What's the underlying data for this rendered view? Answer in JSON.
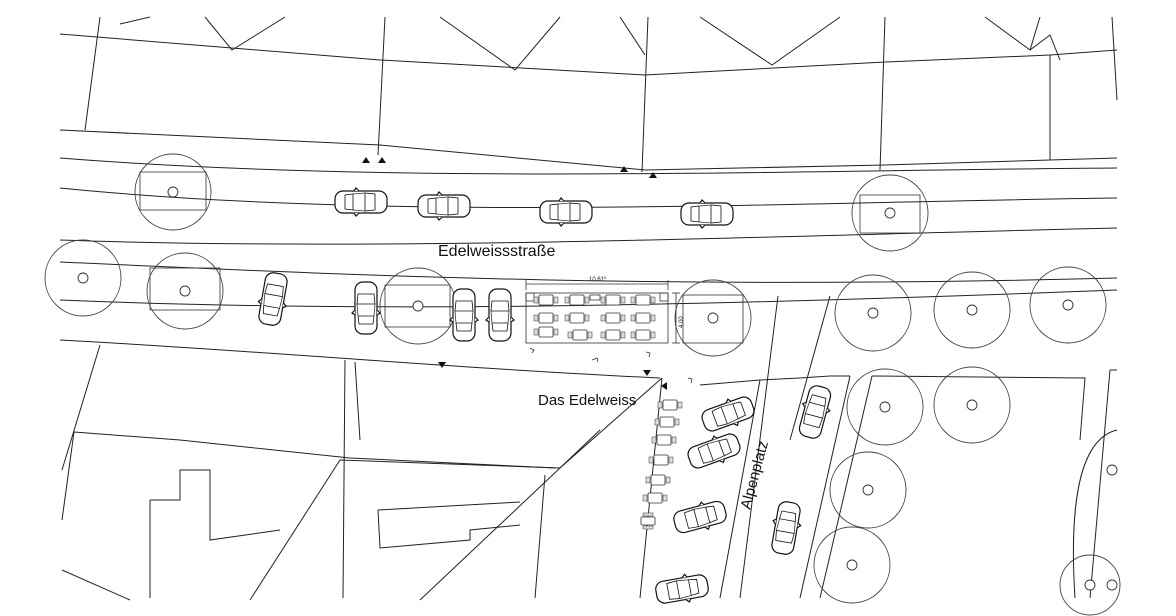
{
  "labels": {
    "street_main": "Edelweissstraße",
    "restaurant": "Das Edelweiss",
    "square": "Alpenplatz",
    "dim_length": "10.61",
    "dim_length_sup": "5",
    "dim_width": "4.00"
  },
  "icons": {
    "car": "car-topview-icon",
    "tree": "tree-canopy-icon",
    "table": "cafe-table-icon",
    "marker": "triangle-marker-icon"
  },
  "colors": {
    "line": "#222222",
    "background": "#ffffff"
  }
}
